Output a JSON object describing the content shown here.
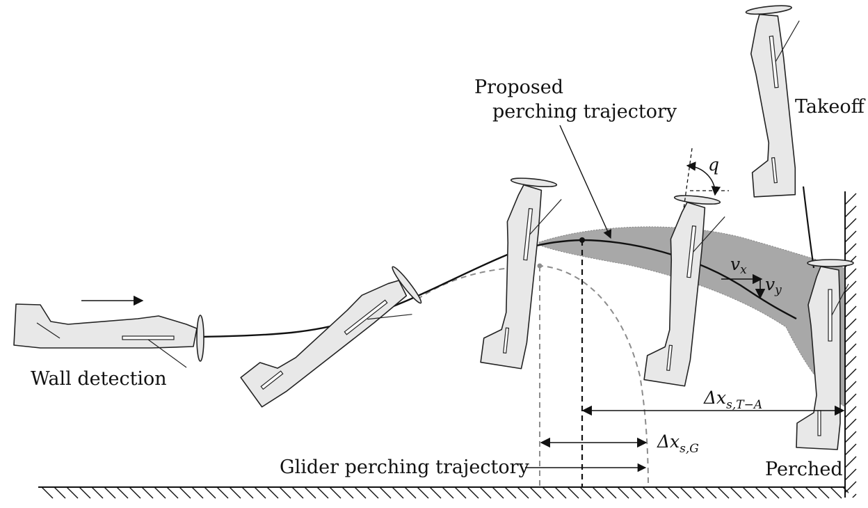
{
  "labels": {
    "wall_detection": "Wall detection",
    "proposed_line1": "Proposed",
    "proposed_line2": "perching trajectory",
    "takeoff": "Takeoff",
    "perched": "Perched",
    "glider": "Glider perching trajectory"
  },
  "symbols": {
    "q": "q",
    "vx": "v",
    "vx_sub": "x",
    "vy": "v",
    "vy_sub": "y",
    "dx_ta_main": "Δx",
    "dx_ta_sub": "s,T−A",
    "dx_g_main": "Δx",
    "dx_g_sub": "s,G"
  },
  "colors": {
    "envelope": "#a8a8a8",
    "airframe": "#e8e8e8",
    "outline": "#222222",
    "glider_dash": "#8c8c8c"
  }
}
